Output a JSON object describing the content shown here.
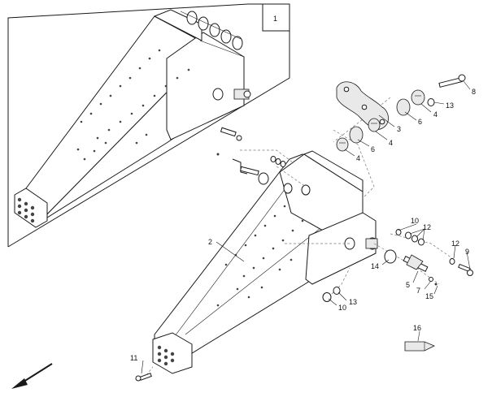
{
  "inset": {
    "label": "1"
  },
  "callouts": [
    {
      "id": "c2",
      "text": "2"
    },
    {
      "id": "c3",
      "text": "3"
    },
    {
      "id": "c4a",
      "text": "4"
    },
    {
      "id": "c4b",
      "text": "4"
    },
    {
      "id": "c4c",
      "text": "4"
    },
    {
      "id": "c5",
      "text": "5"
    },
    {
      "id": "c6a",
      "text": "6"
    },
    {
      "id": "c6b",
      "text": "6"
    },
    {
      "id": "c7",
      "text": "7"
    },
    {
      "id": "c8",
      "text": "8"
    },
    {
      "id": "c9",
      "text": "9"
    },
    {
      "id": "c10a",
      "text": "10"
    },
    {
      "id": "c10b",
      "text": "10"
    },
    {
      "id": "c11",
      "text": "11"
    },
    {
      "id": "c12a",
      "text": "12"
    },
    {
      "id": "c12b",
      "text": "12"
    },
    {
      "id": "c13a",
      "text": "13"
    },
    {
      "id": "c13b",
      "text": "13"
    },
    {
      "id": "c14",
      "text": "14"
    },
    {
      "id": "c15",
      "text": "15"
    },
    {
      "id": "c16",
      "text": "16"
    }
  ],
  "icons": {
    "direction_arrow": "arrow-down-left-icon"
  }
}
